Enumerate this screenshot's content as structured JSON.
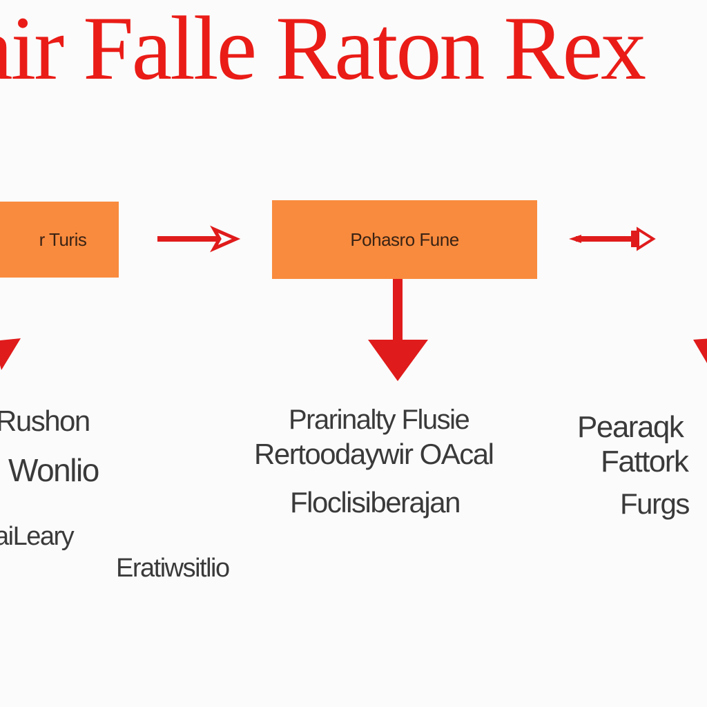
{
  "title": "air Falle Raton Rex",
  "boxes": {
    "left": "r Turis",
    "center": "Pohasro Fune"
  },
  "labels": {
    "left": [
      "Rushon",
      "Wonlio",
      "aiLeary"
    ],
    "left_bottom": "Eratiwsitlio",
    "center": [
      "Prarinalty Flusie",
      "Rertoodaywir OAcal",
      "Floclisiberajan"
    ],
    "right": [
      "Pearaqk",
      "Fattork",
      "Furgs"
    ]
  },
  "colors": {
    "accent": "#ea1c17",
    "box": "#f98b3e",
    "text": "#3a3a3a"
  }
}
